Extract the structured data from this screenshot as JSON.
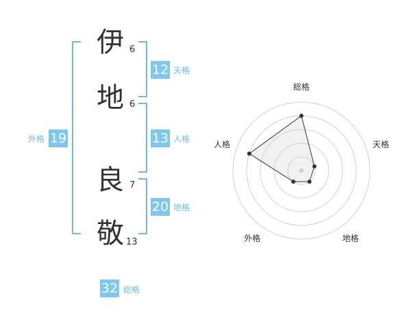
{
  "name": {
    "chars": [
      {
        "char": "伊",
        "strokes": "6"
      },
      {
        "char": "地",
        "strokes": "6"
      },
      {
        "char": "良",
        "strokes": "7"
      },
      {
        "char": "敬",
        "strokes": "13"
      }
    ]
  },
  "kaku": {
    "ten": {
      "value": "12",
      "label": "天格"
    },
    "jin": {
      "value": "13",
      "label": "人格"
    },
    "chi": {
      "value": "20",
      "label": "地格"
    },
    "gai": {
      "value": "19",
      "label": "外格"
    },
    "sou": {
      "value": "32",
      "label": "総格"
    }
  },
  "colors": {
    "accent": "#7ec8ef",
    "bracket": "#6bbde8",
    "grid": "#d0d0d0",
    "fill": "#eeeeee"
  },
  "chart_data": {
    "type": "radar",
    "axes": [
      "総格",
      "天格",
      "地格",
      "外格",
      "人格"
    ],
    "values": [
      4,
      1,
      1,
      1,
      4
    ],
    "rmax": 5,
    "rings": 5
  }
}
